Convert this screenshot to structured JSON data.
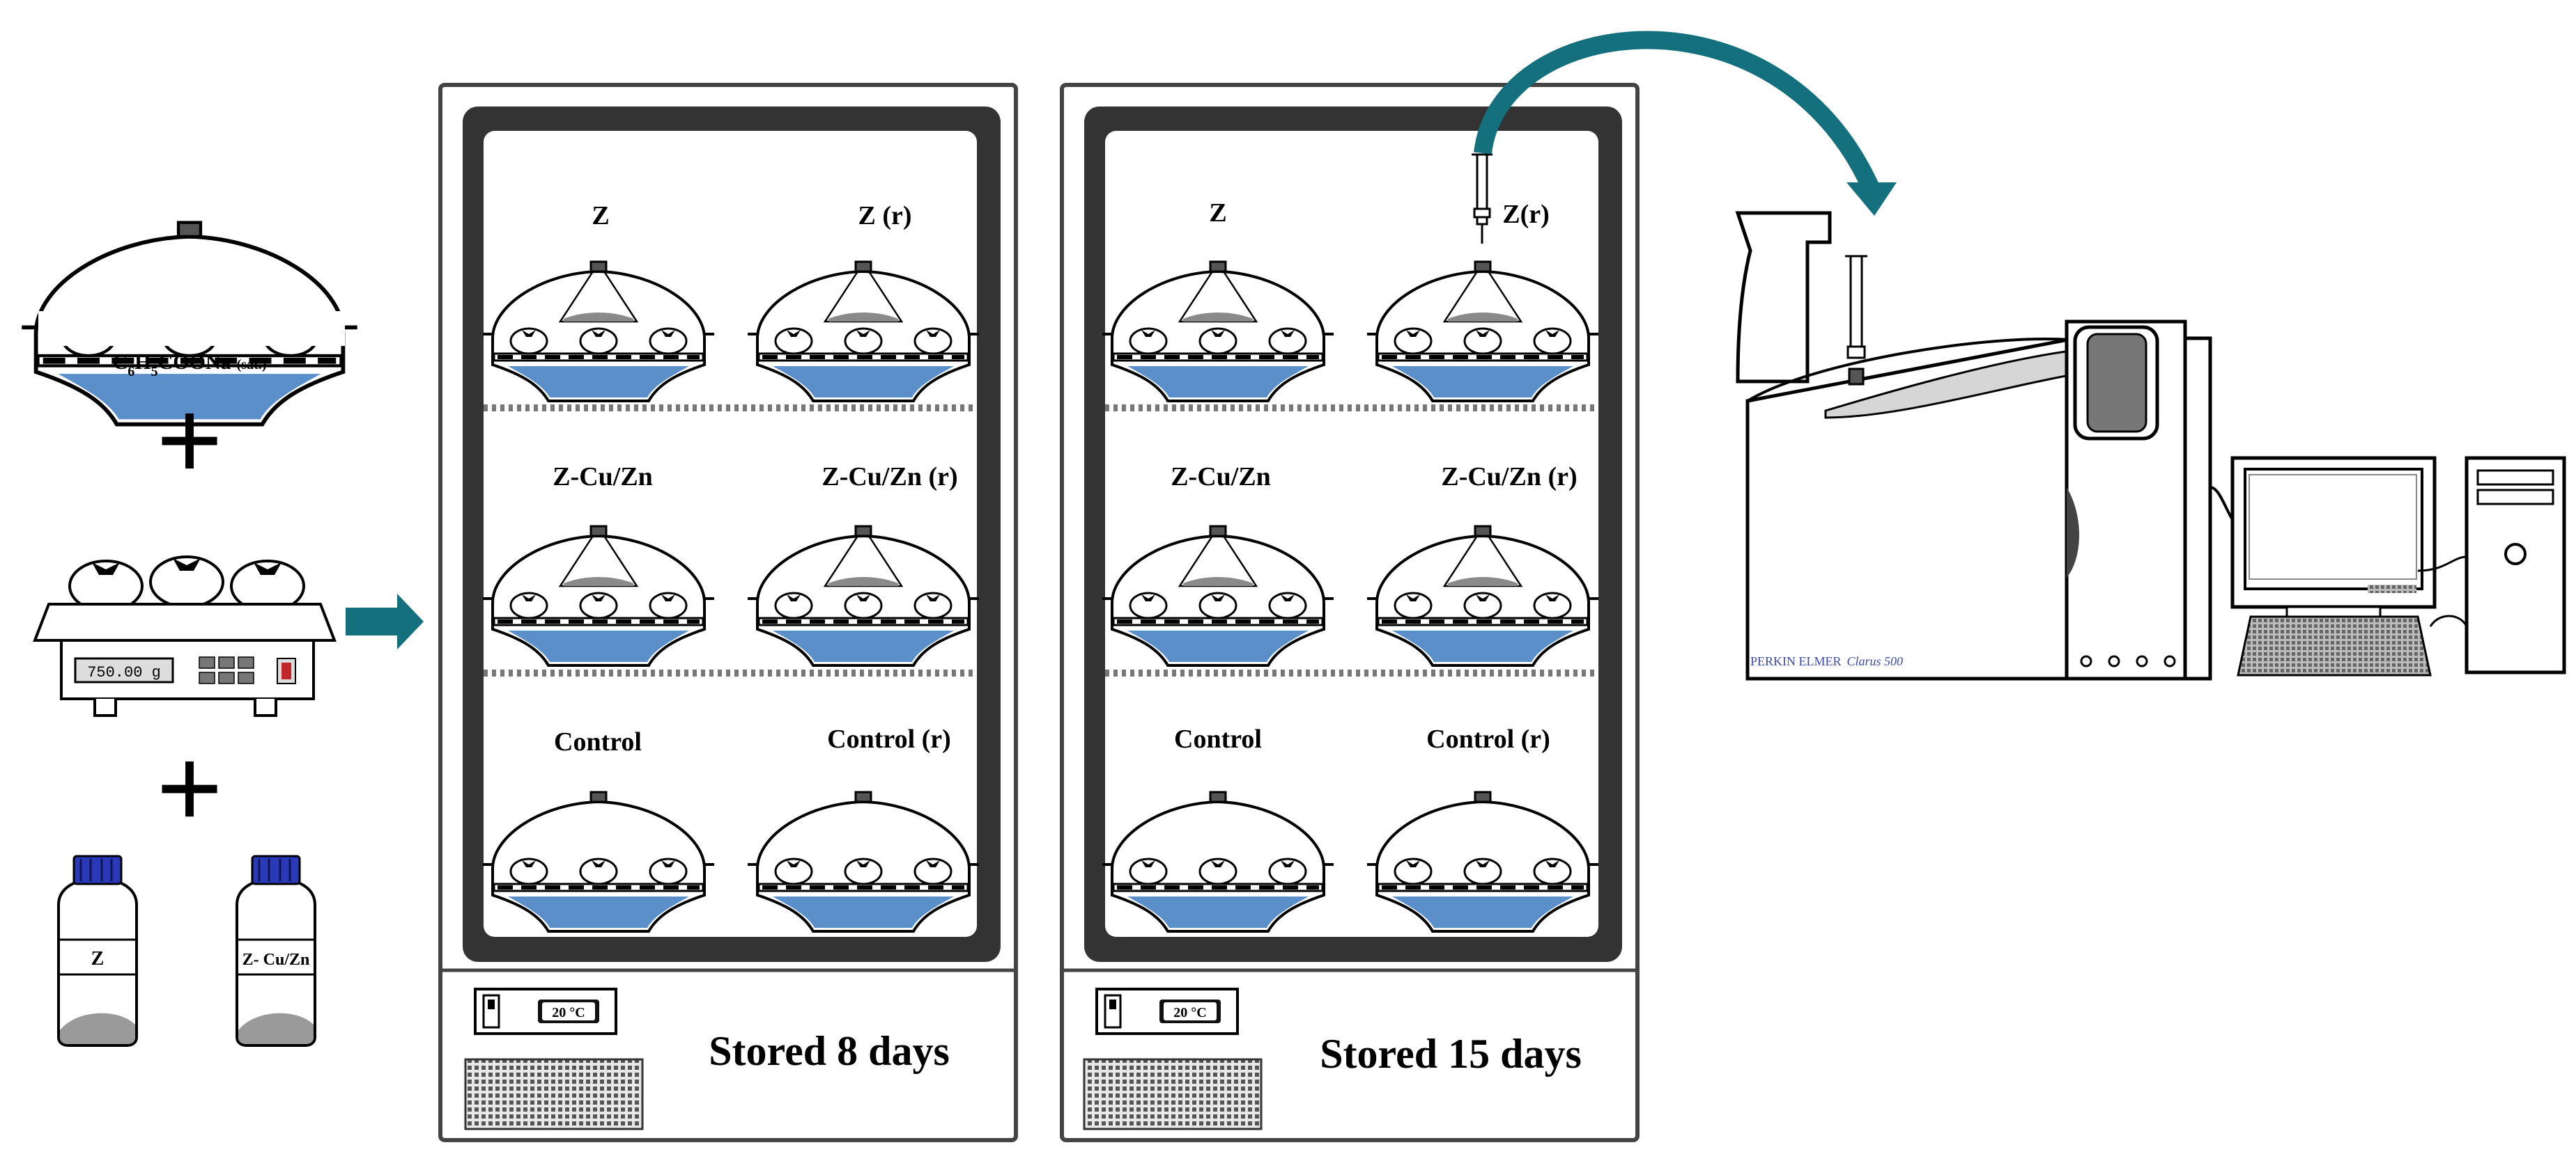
{
  "reagent": {
    "salt_formula": "C6H5COONa",
    "salt_main": "C",
    "salt_parts": [
      {
        "t": "C",
        "sub": false
      },
      {
        "t": "6",
        "sub": true
      },
      {
        "t": "H",
        "sub": false
      },
      {
        "t": "5",
        "sub": true
      },
      {
        "t": "COONa",
        "sub": false
      }
    ],
    "salt_note": "(sat.)"
  },
  "plus_sign": "+",
  "scale": {
    "display": "750.00  g"
  },
  "bottles": [
    {
      "label": "Z"
    },
    {
      "label": "Z- Cu/Zn"
    }
  ],
  "chambers": [
    {
      "caption": "Stored 8 days",
      "thermostat": "20 °C",
      "rows": [
        {
          "left": "Z",
          "right": "Z (r)"
        },
        {
          "left": "Z-Cu/Zn",
          "right": "Z-Cu/Zn (r)"
        },
        {
          "left": "Control",
          "right": "Control (r)"
        }
      ]
    },
    {
      "caption": "Stored 15 days",
      "thermostat": "20 °C",
      "rows": [
        {
          "left": "Z",
          "right": "Z(r)"
        },
        {
          "left": "Z-Cu/Zn",
          "right": "Z-Cu/Zn (r)"
        },
        {
          "left": "Control",
          "right": "Control (r)"
        }
      ]
    }
  ],
  "instrument": {
    "brand": "PERKIN ELMER",
    "model": "Clarus 500"
  },
  "colors": {
    "liquid": "#5b8fc9",
    "arrow_teal": "#15707e",
    "chamber_dark": "#333333",
    "bottle_cap": "#2a39b8",
    "instrument_text": "#3b4aa8"
  }
}
